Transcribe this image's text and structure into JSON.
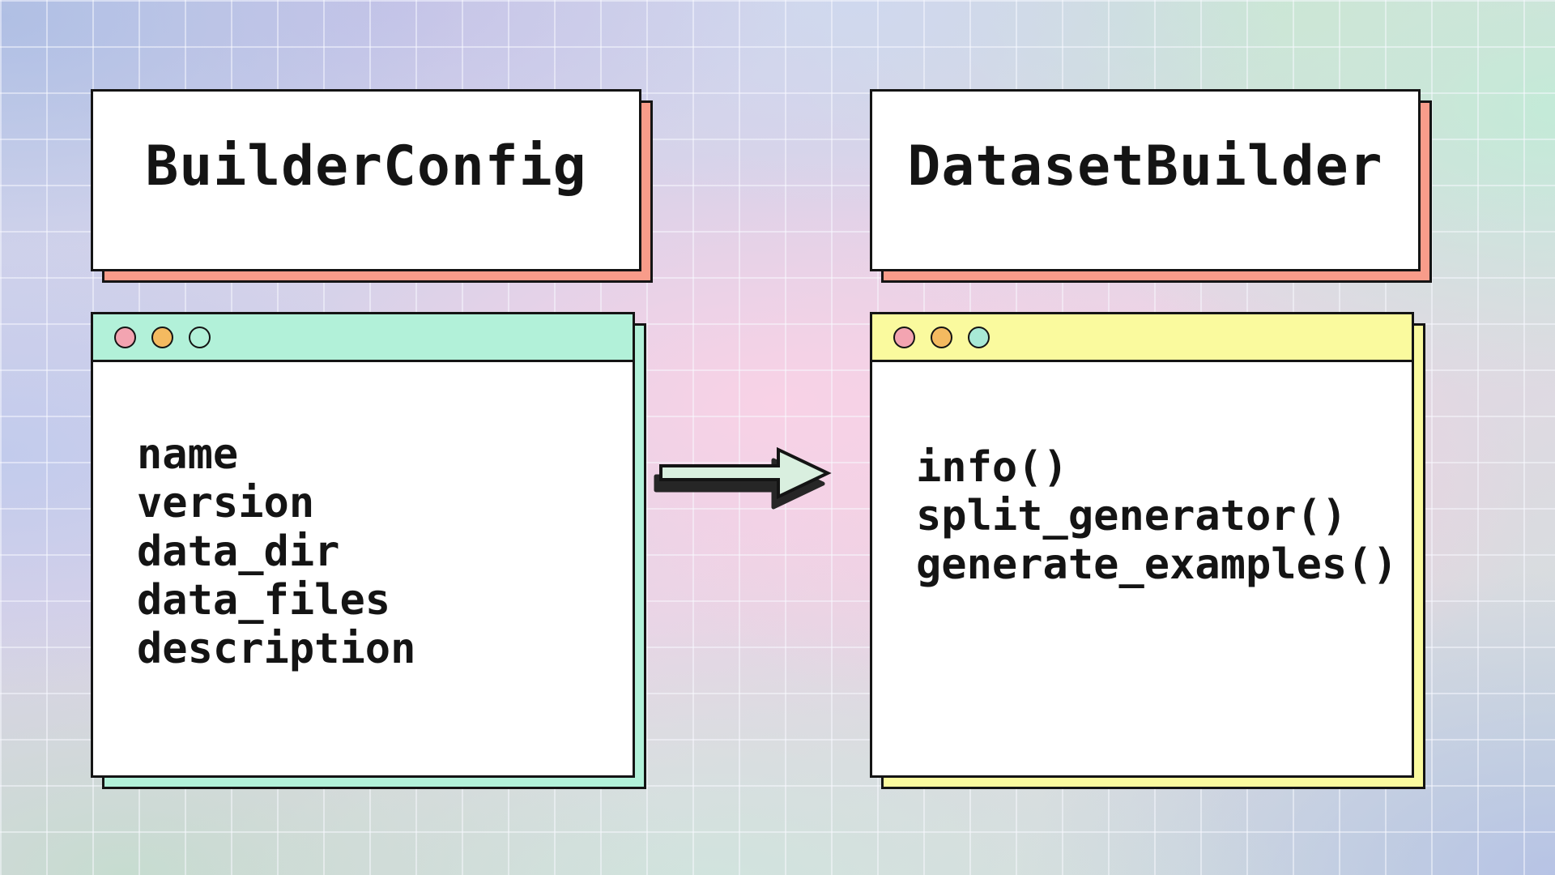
{
  "colors": {
    "ink": "#141414",
    "salmon": "#f89c8a",
    "mint": "#b2f1d9",
    "yellow": "#fafa9e",
    "dot-pink": "#f3a4b1",
    "dot-orange": "#f4ba60",
    "dot-mint": "#a8e9d6",
    "arrow-fill": "#d9efdf",
    "arrow-shadow": "#262626"
  },
  "classes": [
    {
      "title": "BuilderConfig",
      "members": [
        "name",
        "version",
        "data_dir",
        "data_files",
        "description"
      ]
    },
    {
      "title": "DatasetBuilder",
      "members": [
        "info()",
        "split_generator()",
        "generate_examples()"
      ]
    }
  ]
}
